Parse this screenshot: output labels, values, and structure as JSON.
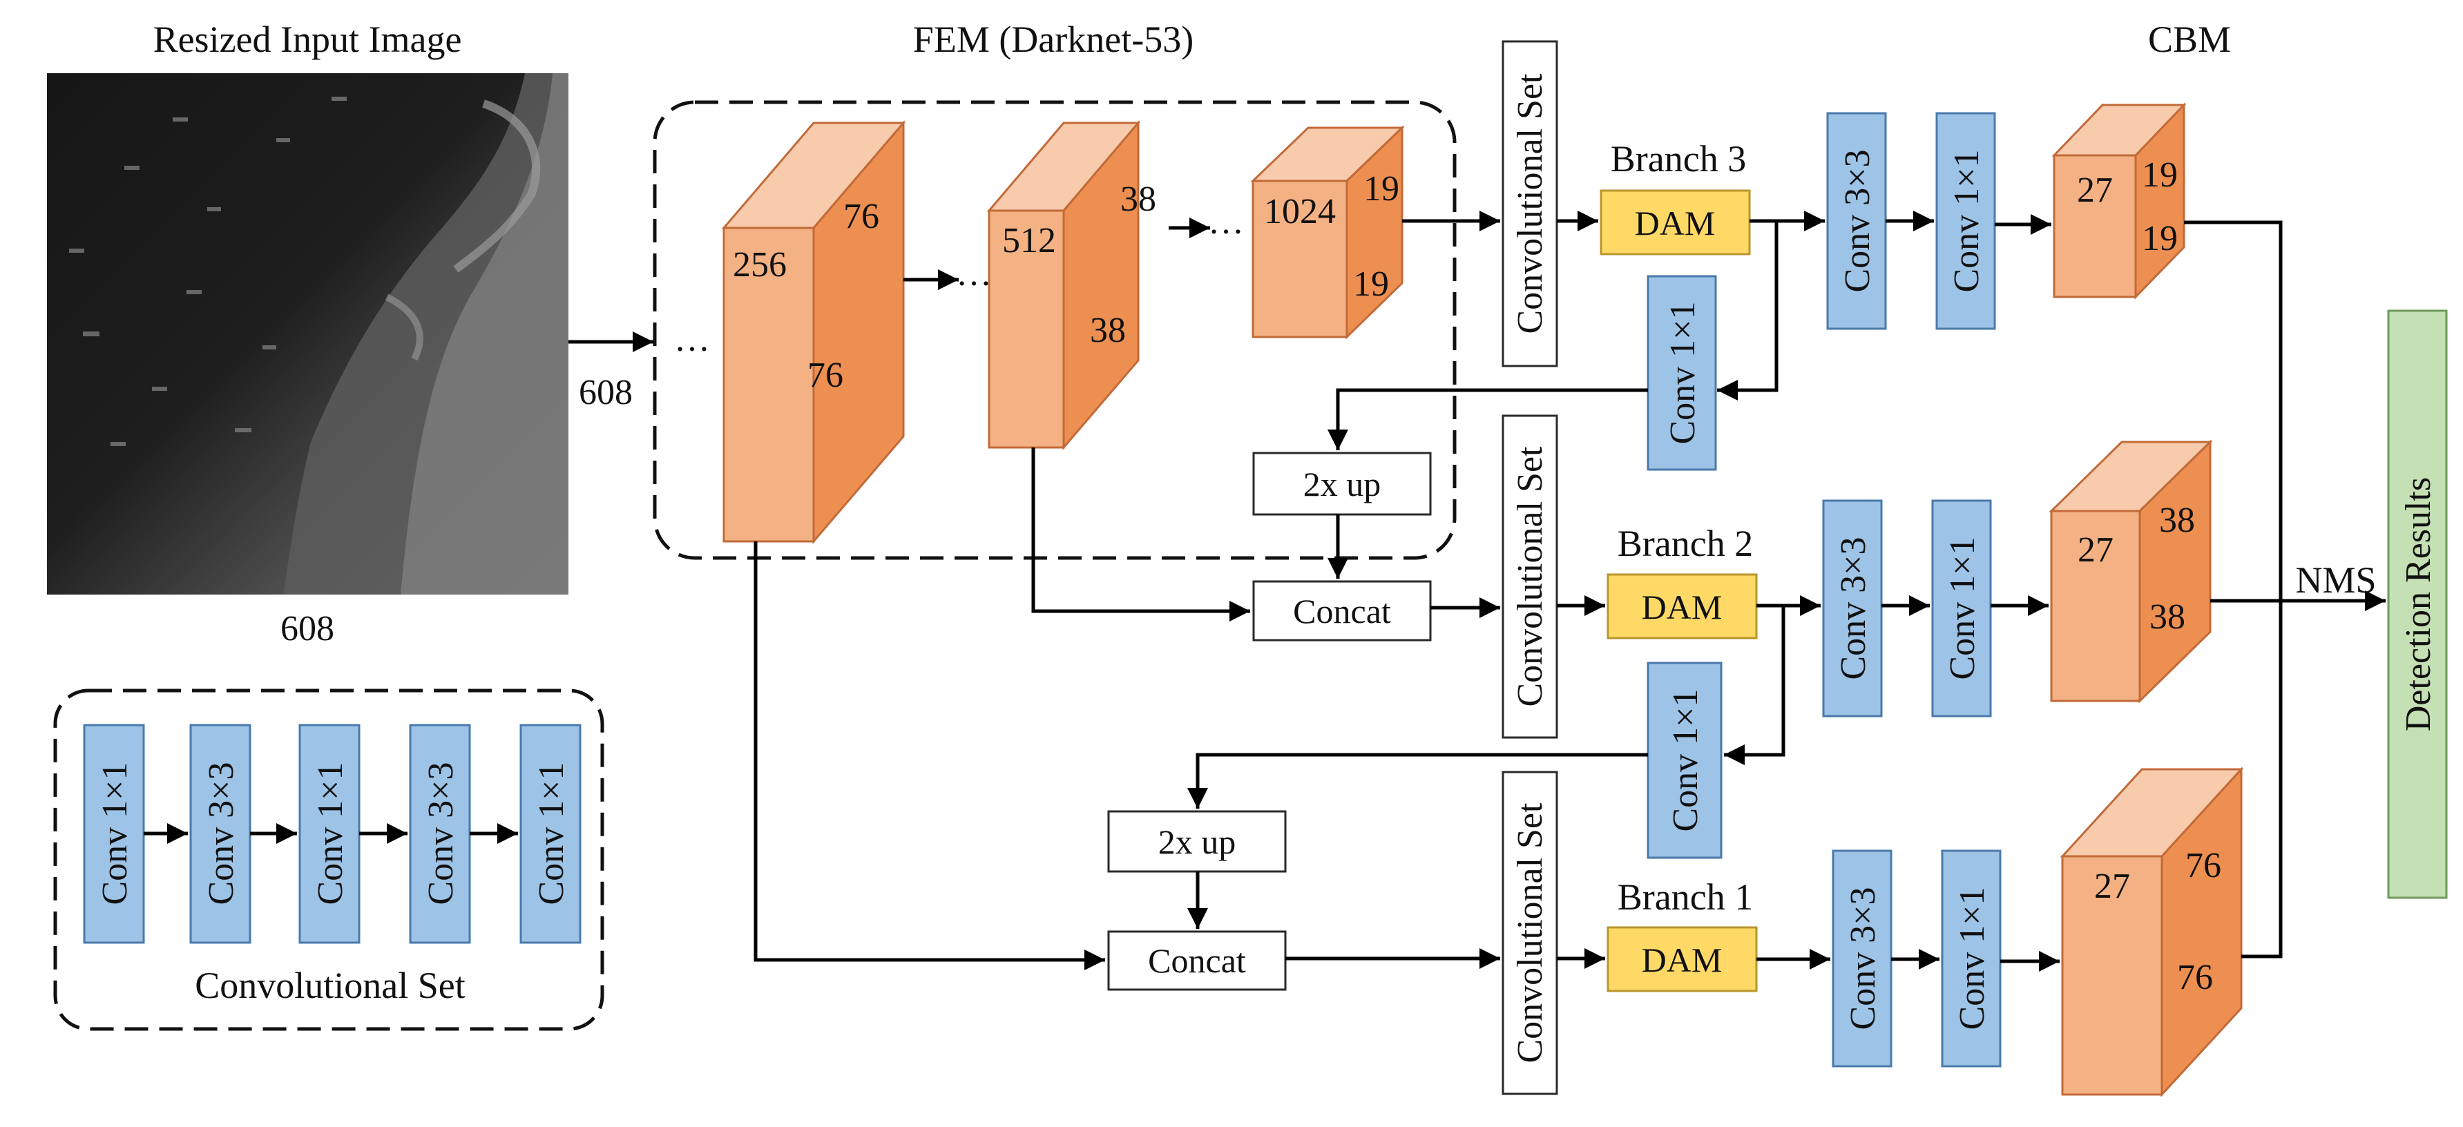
{
  "titles": {
    "input_image": "Resized Input Image",
    "fem": "FEM (Darknet-53)",
    "cbm": "CBM"
  },
  "input": {
    "width_label": "608",
    "height_label": "608"
  },
  "fem_blocks": [
    {
      "channels": "256",
      "size_a": "76",
      "size_b": "76"
    },
    {
      "channels": "512",
      "size_a": "38",
      "size_b": "38"
    },
    {
      "channels": "1024",
      "size_a": "19",
      "size_b": "19"
    }
  ],
  "ellipsis": "…",
  "convolutional_set_label": "Convolutional Set",
  "legend": {
    "title": "Convolutional Set",
    "layers": [
      "Conv 1×1",
      "Conv 3×3",
      "Conv 1×1",
      "Conv 3×3",
      "Conv 1×1"
    ]
  },
  "branches": [
    {
      "name": "Branch 3",
      "module": "DAM",
      "convs": [
        "Conv 3×3",
        "Conv 1×1"
      ],
      "lateral_conv": "Conv 1×1",
      "output": {
        "channels": "27",
        "size_a": "19",
        "size_b": "19"
      }
    },
    {
      "name": "Branch 2",
      "module": "DAM",
      "convs": [
        "Conv 3×3",
        "Conv 1×1"
      ],
      "lateral_conv": "Conv 1×1",
      "output": {
        "channels": "27",
        "size_a": "38",
        "size_b": "38"
      }
    },
    {
      "name": "Branch 1",
      "module": "DAM",
      "convs": [
        "Conv 3×3",
        "Conv 1×1"
      ],
      "output": {
        "channels": "27",
        "size_a": "76",
        "size_b": "76"
      }
    }
  ],
  "upsample_label": "2x up",
  "concat_label": "Concat",
  "nms_label": "NMS",
  "detection_label": "Detection Results",
  "colors": {
    "conv_blue": "#9dc3e6",
    "dam_yellow": "#ffd966",
    "detection_green": "#c5e0b4",
    "cube_front": "#f4b183",
    "cube_top": "#f8cbad",
    "cube_side": "#ee8f52"
  }
}
